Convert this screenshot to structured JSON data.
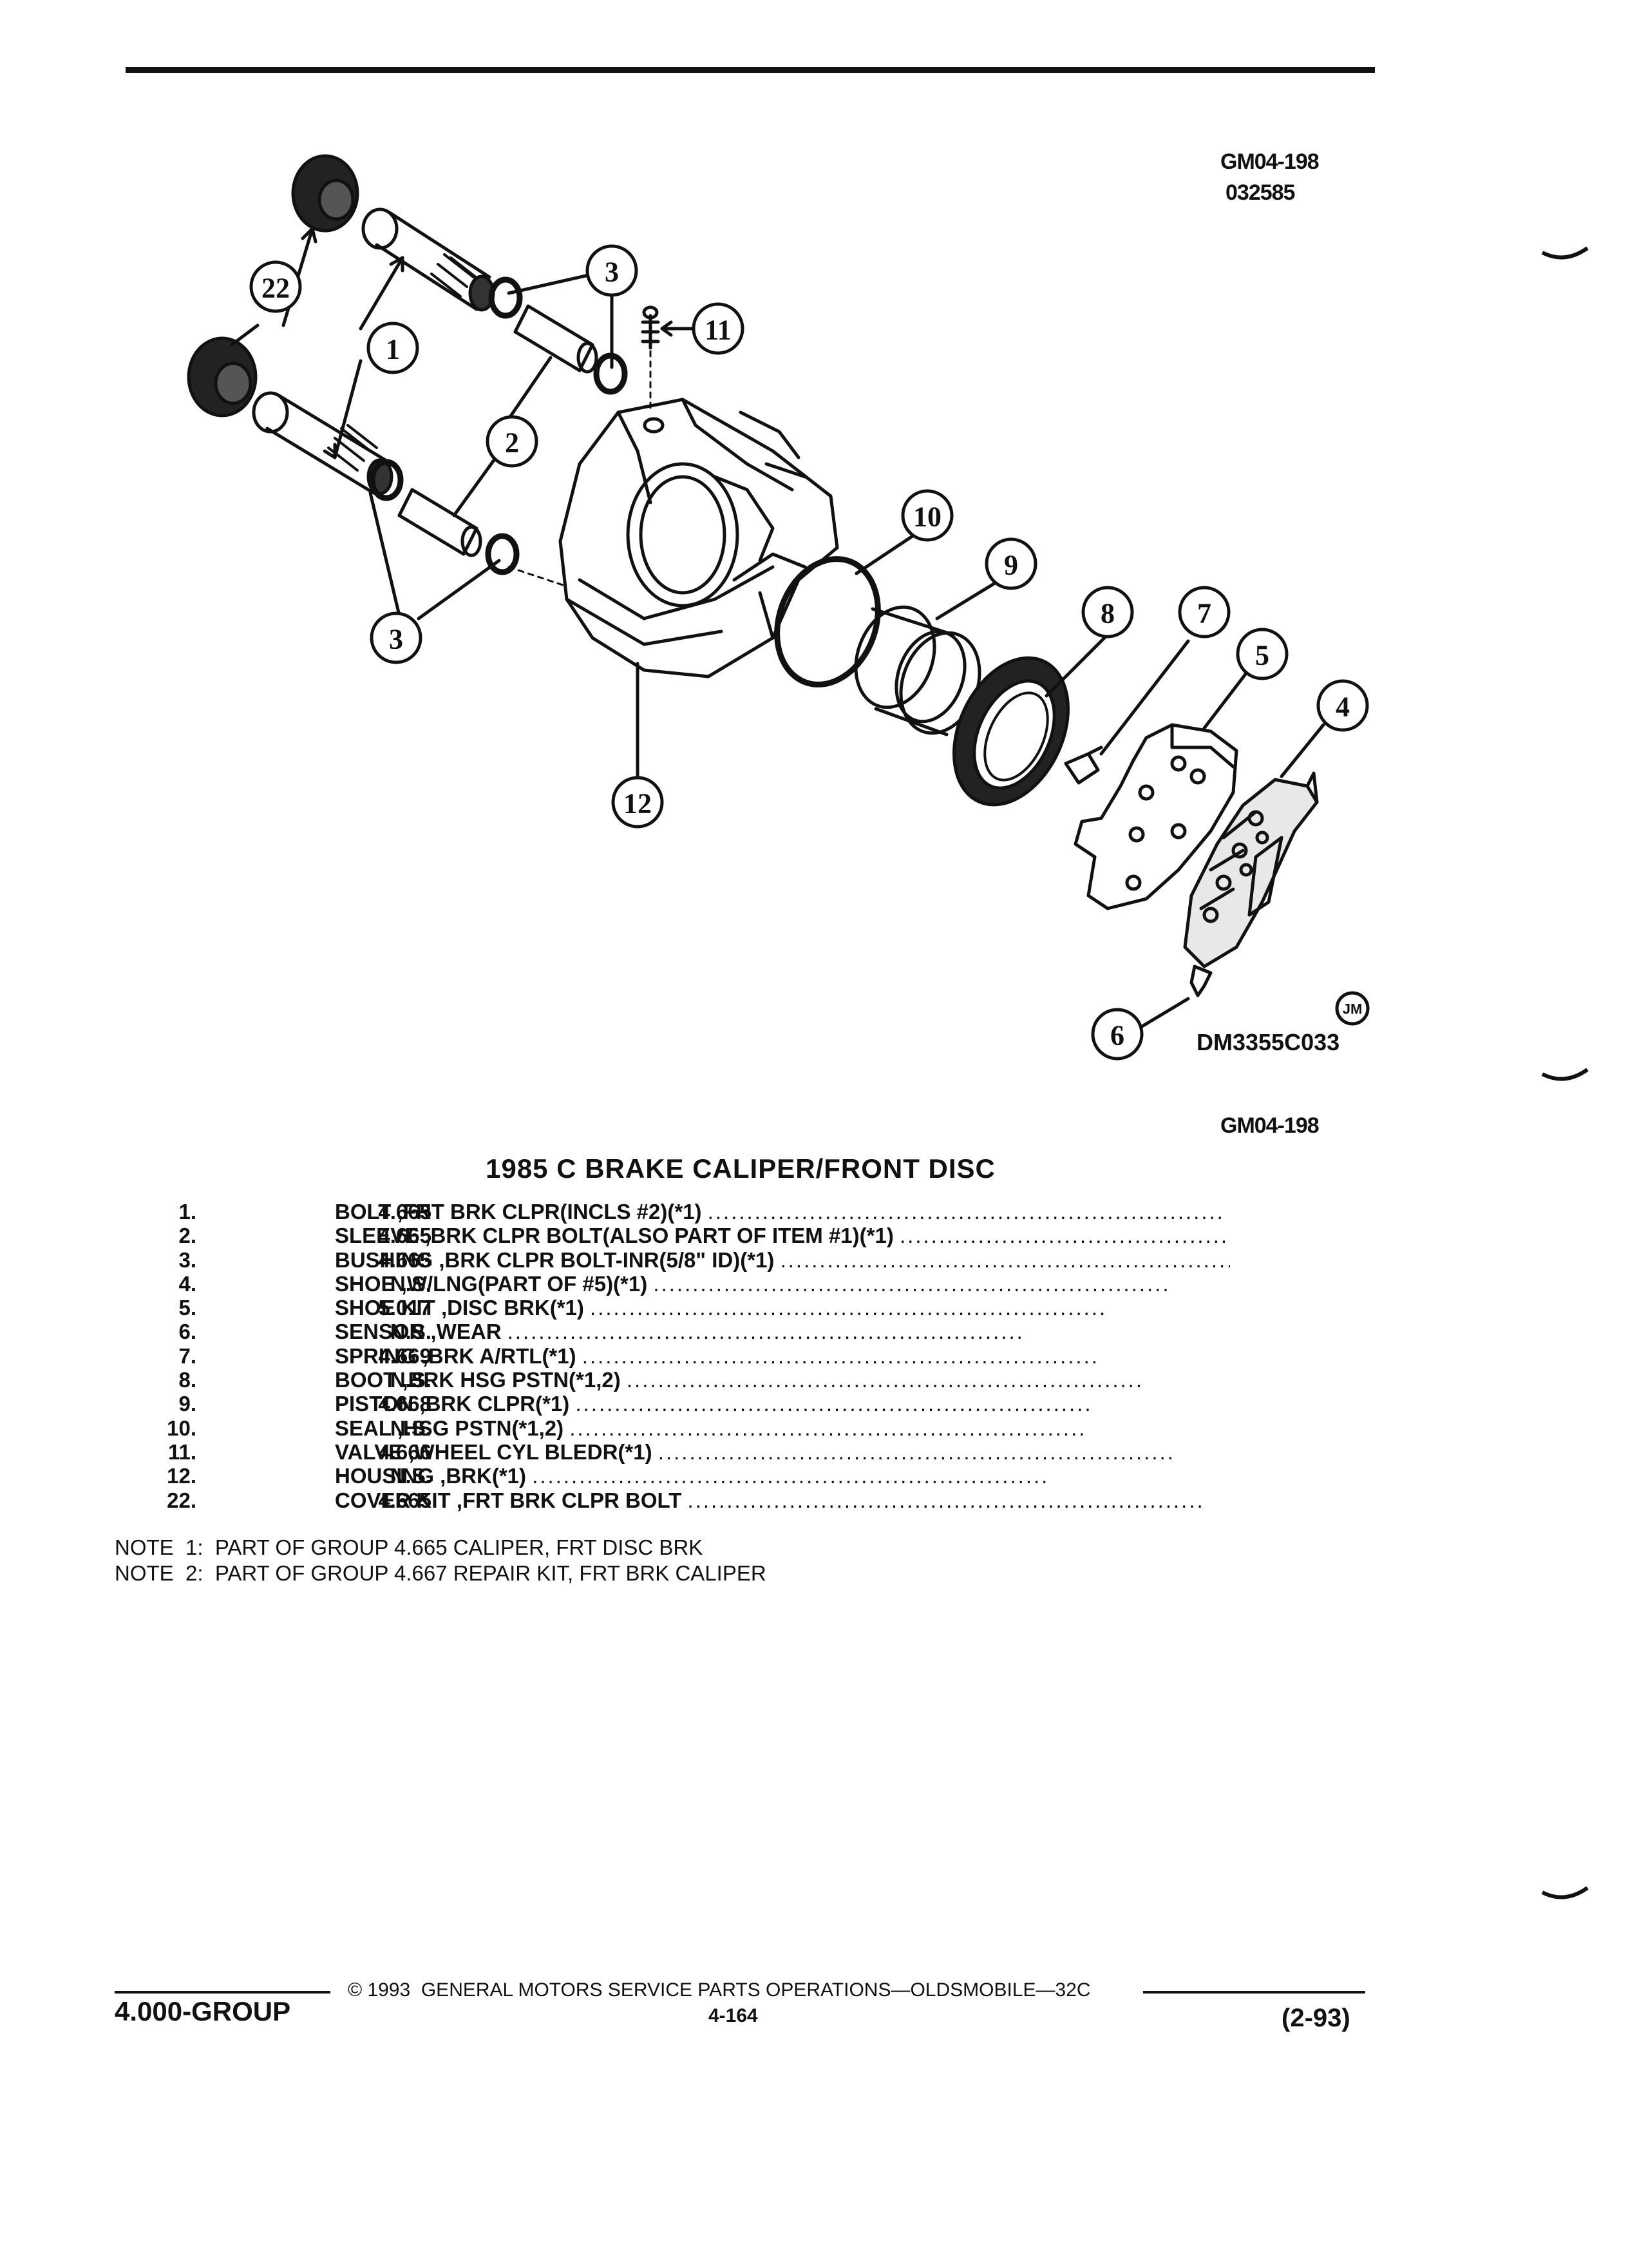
{
  "header": {
    "code": "GM04-198",
    "date_code": "032585"
  },
  "diagram": {
    "drawing_number": "DM3355C033",
    "artist_mark": "JM",
    "callouts": [
      "22",
      "1",
      "3",
      "11",
      "2",
      "10",
      "9",
      "3",
      "12",
      "8",
      "7",
      "5",
      "4",
      "6"
    ]
  },
  "caption_code": "GM04-198",
  "title": "1985 C BRAKE CALIPER/FRONT DISC",
  "parts": [
    {
      "num": "1.",
      "group": "4.665",
      "desc": "BOLT ,FRT BRK CLPR(INCLS #2)(*1)"
    },
    {
      "num": "2.",
      "group": "4.665",
      "desc": "SLEEVE ,BRK CLPR BOLT(ALSO PART OF ITEM #1)(*1)"
    },
    {
      "num": "3.",
      "group": "4.665",
      "desc": "BUSHING ,BRK CLPR BOLT-INR(5/8\" ID)(*1)"
    },
    {
      "num": "4.",
      "group": "N.S.",
      "desc": "SHOE ,W/LNG(PART OF #5)(*1)"
    },
    {
      "num": "5.",
      "group": "5.017",
      "desc": "SHOE KIT ,DISC BRK(*1)"
    },
    {
      "num": "6.",
      "group": "N.S.",
      "desc": "SENSOR ,WEAR"
    },
    {
      "num": "7.",
      "group": "4.669",
      "desc": "SPRING ,BRK A/RTL(*1)"
    },
    {
      "num": "8.",
      "group": "N.S.",
      "desc": "BOOT ,BRK HSG PSTN(*1,2)"
    },
    {
      "num": "9.",
      "group": "4.668",
      "desc": "PISTON ,BRK CLPR(*1)"
    },
    {
      "num": "10.",
      "group": "N.S.",
      "desc": "SEAL ,HSG PSTN(*1,2)"
    },
    {
      "num": "11.",
      "group": "4.666",
      "desc": "VALVE ,WHEEL CYL BLEDR(*1)"
    },
    {
      "num": "12.",
      "group": "N.S.",
      "desc": "HOUSING ,BRK(*1)"
    },
    {
      "num": "22.",
      "group": "4.665",
      "desc": "COVER KIT ,FRT BRK CLPR BOLT"
    }
  ],
  "notes": [
    "NOTE  1:  PART OF GROUP 4.665 CALIPER, FRT DISC BRK",
    "NOTE  2:  PART OF GROUP 4.667 REPAIR KIT, FRT BRK CALIPER"
  ],
  "footer": {
    "copyright": "© 1993  GENERAL MOTORS SERVICE PARTS OPERATIONS—OLDSMOBILE—32C",
    "group": "4.000-GROUP",
    "page": "4-164",
    "revision": "(2-93)"
  }
}
